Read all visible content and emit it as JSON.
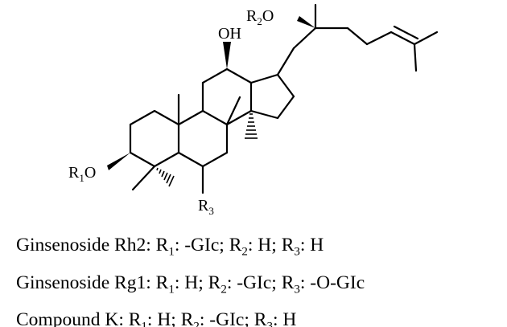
{
  "structure": {
    "atom_labels": {
      "oh": "OH",
      "r2o_r": "R",
      "r2o_sub": "2",
      "r2o_o": "O",
      "r1o_r": "R",
      "r1o_sub": "1",
      "r1o_o": "O",
      "r3_r": "R",
      "r3_sub": "3"
    }
  },
  "legend": {
    "rows": [
      {
        "name": "Ginsenoside Rh2",
        "r1": "-GIc",
        "r2": "H",
        "r3": "H"
      },
      {
        "name": "Ginsenoside Rg1",
        "r1": "H",
        "r2": "-GIc",
        "r3": "-O-GIc"
      },
      {
        "name": "Compound K",
        "r1": "H",
        "r2": "-GIc",
        "r3": "H"
      }
    ],
    "symbols": {
      "r": "R",
      "sub1": "1",
      "sub2": "2",
      "sub3": "3",
      "colon": ":",
      "sep": ";"
    }
  }
}
